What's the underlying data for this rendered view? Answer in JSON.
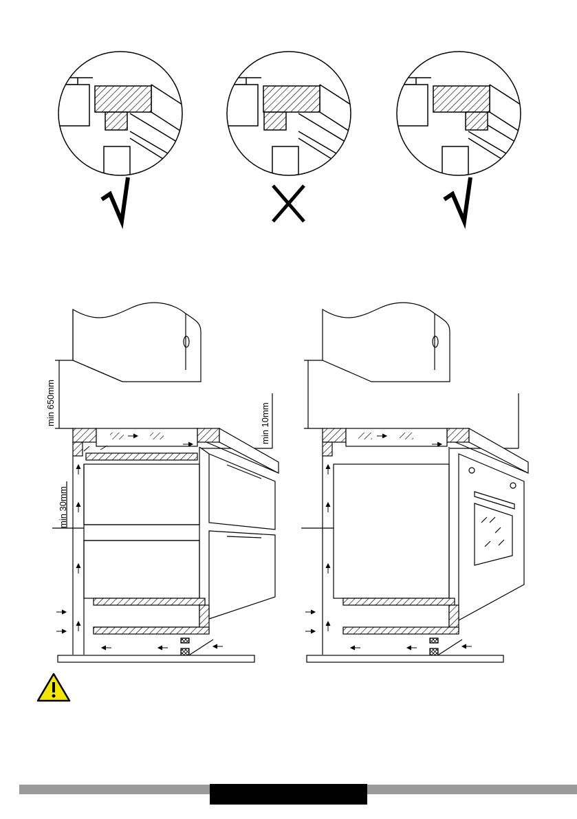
{
  "details": [
    {
      "id": "detail-1",
      "verdict_symbol": "√",
      "verdict": "correct"
    },
    {
      "id": "detail-2",
      "verdict_symbol": "X",
      "verdict": "incorrect"
    },
    {
      "id": "detail-3",
      "verdict_symbol": "√",
      "verdict": "correct"
    }
  ],
  "installations": [
    {
      "id": "drawers",
      "labels": {
        "min_hood": "min 650mm",
        "min_side": "min 10mm",
        "min_gap": "min 30mm"
      }
    },
    {
      "id": "oven"
    }
  ],
  "warning": {
    "icon": "warning-icon",
    "color": "#f2e600"
  },
  "footer": {
    "bar_color": "#9a9a9a",
    "block_color": "#000000"
  }
}
